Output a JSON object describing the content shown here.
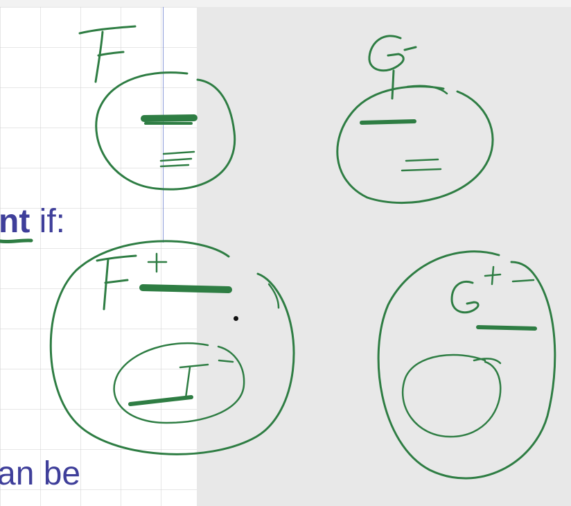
{
  "slide": {
    "line1_bold": "nt",
    "line1_rest": " if:",
    "line2": "an be"
  },
  "annotations": {
    "label_F": "F",
    "label_G": "G",
    "label_F_plus": "F+",
    "label_G_plus": "G+"
  },
  "colors": {
    "ink": "#2e7d43",
    "slide_text": "#3f3f9a",
    "workspace_bg": "#e8e8e8"
  }
}
